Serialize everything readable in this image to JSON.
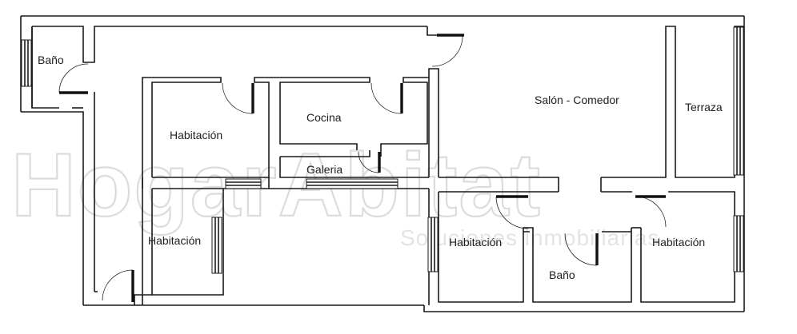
{
  "plan": {
    "rooms": {
      "bano_1": "Baño",
      "habitacion_1": "Habitación",
      "cocina": "Cocina",
      "galeria": "Galeria",
      "salon_comedor": "Salón - Comedor",
      "terraza": "Terraza",
      "habitacion_2": "Habitación",
      "habitacion_3": "Habitación",
      "bano_2": "Baño",
      "habitacion_4": "Habitación"
    },
    "watermark": {
      "main": "HogarAbitat",
      "sub": "Soluciones inmobiliarias"
    }
  }
}
